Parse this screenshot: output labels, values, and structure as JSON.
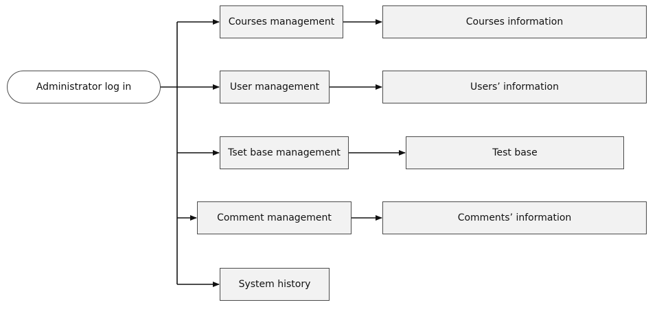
{
  "nodes": {
    "start": "Administrator log in",
    "courses_management": "Courses management",
    "courses_information": "Courses information",
    "user_management": "User management",
    "users_information": "Users’ information",
    "test_base_management": "Tset base management",
    "test_base": "Test base",
    "comment_management": "Comment management",
    "comments_information": "Comments’ information",
    "system_history": "System history"
  },
  "colors": {
    "box_fill": "#f2f2f2",
    "box_border": "#4a4a4a",
    "line": "#111111"
  }
}
